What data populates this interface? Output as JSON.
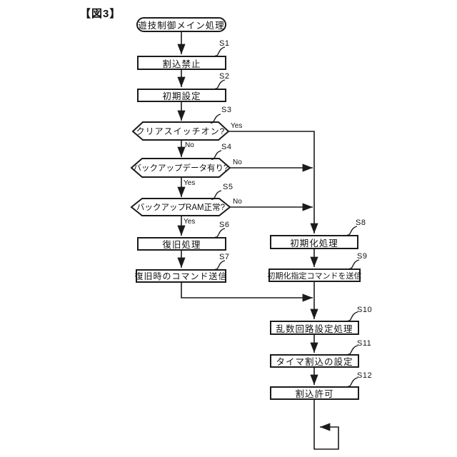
{
  "figure": {
    "title": "【図3】"
  },
  "flowchart": {
    "start_label": "遊技制御メイン処理",
    "steps": [
      {
        "id": "S1",
        "type": "process",
        "label": "割込禁止"
      },
      {
        "id": "S2",
        "type": "process",
        "label": "初期設定"
      },
      {
        "id": "S3",
        "type": "decision",
        "label": "クリアスイッチオン?",
        "yes_label": "Yes",
        "no_label": "No"
      },
      {
        "id": "S4",
        "type": "decision",
        "label": "バックアップデータ有り?",
        "yes_label": "Yes",
        "no_label": "No"
      },
      {
        "id": "S5",
        "type": "decision",
        "label": "バックアップRAM正常?",
        "yes_label": "Yes",
        "no_label": "No"
      },
      {
        "id": "S6",
        "type": "process",
        "label": "復旧処理"
      },
      {
        "id": "S7",
        "type": "process",
        "label": "復旧時のコマンド送信"
      },
      {
        "id": "S8",
        "type": "process",
        "label": "初期化処理"
      },
      {
        "id": "S9",
        "type": "process",
        "label": "初期化指定コマンドを送信"
      },
      {
        "id": "S10",
        "type": "process",
        "label": "乱数回路設定処理"
      },
      {
        "id": "S11",
        "type": "process",
        "label": "タイマ割込の設定"
      },
      {
        "id": "S12",
        "type": "process",
        "label": "割込許可"
      }
    ],
    "colors": {
      "line": "#1b1b1b",
      "background": "#ffffff",
      "text": "#111111"
    }
  }
}
